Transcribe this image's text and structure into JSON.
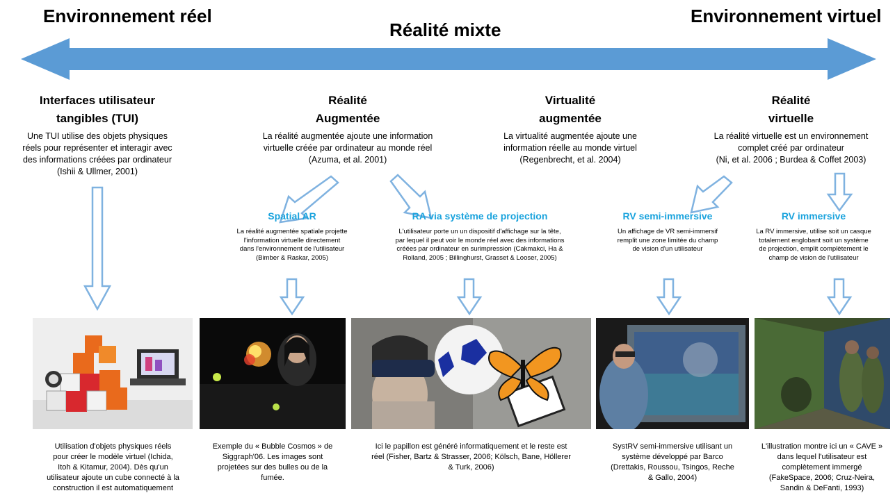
{
  "header": {
    "left_title": "Environnement réel",
    "center_title": "Réalité mixte",
    "right_title": "Environnement virtuel"
  },
  "colors": {
    "arrow": "#5b9bd5",
    "accent": "#1aa3dd",
    "outline_arrow": "#7fb2e0"
  },
  "categories": [
    {
      "title_l1": "Interfaces utilisateur",
      "title_l2": "tangibles (TUI)",
      "desc": [
        "Une TUI utilise des objets physiques",
        "réels pour représenter et interagir avec",
        "des informations créées par ordinateur",
        "(Ishii & Ullmer, 2001)"
      ]
    },
    {
      "title_l1": "Réalité",
      "title_l2": "Augmentée",
      "desc": [
        "La réalité augmentée ajoute une information",
        "virtuelle créée par ordinateur au monde réel",
        "(Azuma, et al. 2001)"
      ]
    },
    {
      "title_l1": "Virtualité",
      "title_l2": "augmentée",
      "desc": [
        "La virtualité augmentée ajoute une",
        "information réelle au monde virtuel",
        "(Regenbrecht, et al. 2004)"
      ]
    },
    {
      "title_l1": "Réalité",
      "title_l2": "virtuelle",
      "desc": [
        "La réalité virtuelle est un environnement",
        "complet créé par ordinateur",
        "(Ni, et al. 2006 ; Burdea & Coffet 2003)"
      ]
    }
  ],
  "subcategories": [
    {
      "title": "Spatial AR",
      "desc": [
        "La réalité augmentée spatiale projette",
        "l'information virtuelle directement",
        "dans l'environnement de l'utilisateur",
        "(Bimber & Raskar, 2005)"
      ]
    },
    {
      "title": "RA via système de projection",
      "desc": [
        "L'utilisateur porte un un dispositif d'affichage sur la tête,",
        "par lequel il peut voir le monde réel avec des informations",
        "créées par ordinateur en surimpression (Cakmakci, Ha &",
        "Rolland, 2005 ; Billinghurst, Grasset & Looser, 2005)"
      ]
    },
    {
      "title": "RV semi-immersive",
      "desc": [
        "Un affichage de VR semi-immersif",
        "remplit une zone limitée du champ",
        "de vision d'un utilisateur"
      ]
    },
    {
      "title": "RV immersive",
      "desc": [
        "La RV immersive, utilise soit un casque",
        "totalement englobant soit un système",
        "de projection, emplit complètement le",
        "champ de vision de l'utilisateur"
      ]
    }
  ],
  "captions": [
    [
      "Utilisation d'objets physiques réels",
      "pour créer le modèle virtuel (Ichida,",
      "Itoh & Kitamur, 2004). Dès qu'un",
      "utilisateur ajoute un cube connecté à la",
      "construction il est automatiquement"
    ],
    [
      "Exemple du « Bubble Cosmos » de",
      "Siggraph'06. Les images sont",
      "projetées sur des bulles ou de la",
      "fumée."
    ],
    [
      "Ici le papillon est généré informatiquement et le reste est",
      "réel (Fisher, Bartz & Strasser, 2006; Kölsch, Bane, Höllerer",
      "& Turk, 2006)"
    ],
    [
      "SystRV semi-immersive utilisant un",
      "système développé par Barco",
      "(Drettakis, Roussou, Tsingos, Reche",
      "& Gallo, 2004)"
    ],
    [
      "L'illustration montre ici un « CAVE »",
      "dans lequel l'utilisateur est",
      "complètement immergé",
      "(FakeSpace, 2006; Cruz-Neira,",
      "Sandin & DeFanti, 1993)"
    ]
  ],
  "photos": [
    {
      "name": "tangible-cubes-photo"
    },
    {
      "name": "bubble-cosmos-photo"
    },
    {
      "name": "butterfly-ar-photo"
    },
    {
      "name": "semi-immersive-screen-photo"
    },
    {
      "name": "cave-photo"
    }
  ]
}
